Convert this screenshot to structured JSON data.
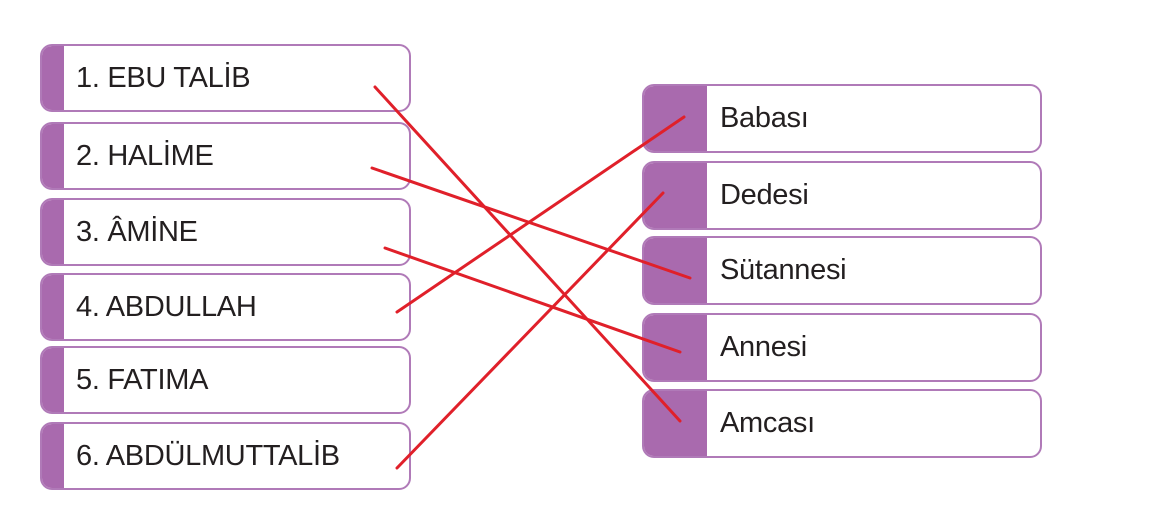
{
  "left_items": [
    {
      "label": "1. EBU TALİB"
    },
    {
      "label": "2. HALİME"
    },
    {
      "label": "3. ÂMİNE"
    },
    {
      "label": "4. ABDULLAH"
    },
    {
      "label": "5. FATIMA"
    },
    {
      "label": "6. ABDÜLMUTTALİB"
    }
  ],
  "right_items": [
    {
      "label": "Babası"
    },
    {
      "label": "Dedesi"
    },
    {
      "label": "Sütannesi"
    },
    {
      "label": "Annesi"
    },
    {
      "label": "Amcası"
    }
  ],
  "matches": [
    {
      "from": 0,
      "to": 4
    },
    {
      "from": 1,
      "to": 2
    },
    {
      "from": 2,
      "to": 3
    },
    {
      "from": 3,
      "to": 0
    },
    {
      "from": 5,
      "to": 1
    }
  ],
  "colors": {
    "accent": "#a96aae",
    "border": "#b07ab8",
    "line": "#e0202a",
    "text": "#231f20"
  }
}
